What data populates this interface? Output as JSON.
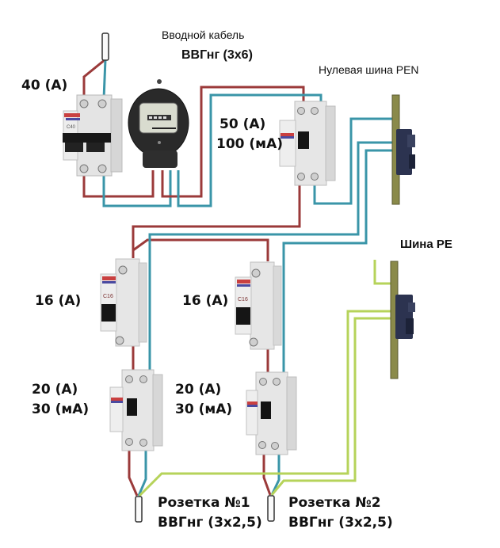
{
  "labels": {
    "input_cable_title": "Вводной кабель",
    "input_cable_type": "ВВГнг (3х6)",
    "main_breaker_rating": "40 (А)",
    "main_rcd_current": "50 (А)",
    "main_rcd_leak": "100 (мА)",
    "pen_bus": "Нулевая шина PEN",
    "pe_bus": "Шина PE",
    "breaker1_rating": "16 (А)",
    "breaker2_rating": "16 (А)",
    "rcd1_current": "20 (А)",
    "rcd1_leak": "30 (мА)",
    "rcd2_current": "20 (А)",
    "rcd2_leak": "30 (мА)",
    "socket1_title": "Розетка №1",
    "socket1_cable": "ВВГнг (3х2,5)",
    "socket2_title": "Розетка №2",
    "socket2_cable": "ВВГнг (3х2,5)"
  },
  "device_markings": {
    "main_breaker": "C40",
    "branch_breaker": "C16"
  },
  "colors": {
    "phase_wire": "#9b3a3a",
    "neutral_wire": "#3a95a8",
    "ground_wire": "#b6d35a",
    "device_body": "#e6e6e6",
    "meter_body": "#2a2a2a",
    "bus_bar": "#8a8a4a",
    "bus_holder": "#2c3350"
  }
}
